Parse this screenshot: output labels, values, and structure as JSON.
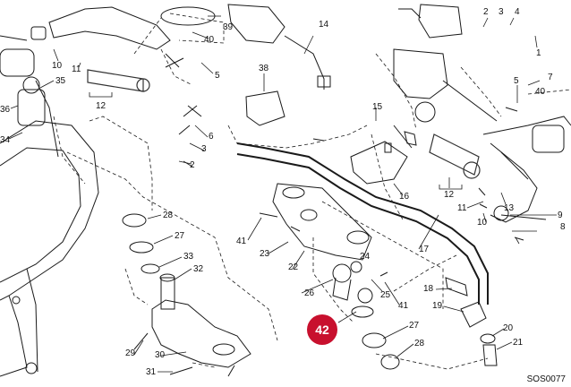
{
  "drawing_code": "SOS0077",
  "highlight": {
    "number": "42",
    "color": "#c8102e"
  },
  "colors": {
    "line": "#1a1a1a",
    "fill": "#ffffff",
    "grip": "#333333"
  },
  "callouts": [
    {
      "id": "39",
      "name": "39"
    },
    {
      "id": "40a",
      "name": "40"
    },
    {
      "id": "5a",
      "name": "5"
    },
    {
      "id": "10a",
      "name": "10"
    },
    {
      "id": "11a",
      "name": "11"
    },
    {
      "id": "35",
      "name": "35"
    },
    {
      "id": "36",
      "name": "36"
    },
    {
      "id": "34",
      "name": "34"
    },
    {
      "id": "12a",
      "name": "12"
    },
    {
      "id": "14",
      "name": "14"
    },
    {
      "id": "2a",
      "name": "2"
    },
    {
      "id": "3a",
      "name": "3"
    },
    {
      "id": "4",
      "name": "4"
    },
    {
      "id": "1",
      "name": "1"
    },
    {
      "id": "7",
      "name": "7"
    },
    {
      "id": "40b",
      "name": "40"
    },
    {
      "id": "5b",
      "name": "5"
    },
    {
      "id": "38",
      "name": "38"
    },
    {
      "id": "15",
      "name": "15"
    },
    {
      "id": "6",
      "name": "6"
    },
    {
      "id": "3b",
      "name": "3"
    },
    {
      "id": "2b",
      "name": "2"
    },
    {
      "id": "16",
      "name": "16"
    },
    {
      "id": "12b",
      "name": "12"
    },
    {
      "id": "13",
      "name": "13"
    },
    {
      "id": "8",
      "name": "8"
    },
    {
      "id": "11b",
      "name": "11"
    },
    {
      "id": "10b",
      "name": "10"
    },
    {
      "id": "9",
      "name": "9"
    },
    {
      "id": "28a",
      "name": "28"
    },
    {
      "id": "27a",
      "name": "27"
    },
    {
      "id": "33",
      "name": "33"
    },
    {
      "id": "32",
      "name": "32"
    },
    {
      "id": "41a",
      "name": "41"
    },
    {
      "id": "23",
      "name": "23"
    },
    {
      "id": "22",
      "name": "22"
    },
    {
      "id": "24",
      "name": "24"
    },
    {
      "id": "26",
      "name": "26"
    },
    {
      "id": "25",
      "name": "25"
    },
    {
      "id": "41b",
      "name": "41"
    },
    {
      "id": "17",
      "name": "17"
    },
    {
      "id": "18",
      "name": "18"
    },
    {
      "id": "19",
      "name": "19"
    },
    {
      "id": "20",
      "name": "20"
    },
    {
      "id": "21",
      "name": "21"
    },
    {
      "id": "27b",
      "name": "27"
    },
    {
      "id": "28b",
      "name": "28"
    },
    {
      "id": "29",
      "name": "29"
    },
    {
      "id": "30",
      "name": "30"
    },
    {
      "id": "31",
      "name": "31"
    }
  ]
}
